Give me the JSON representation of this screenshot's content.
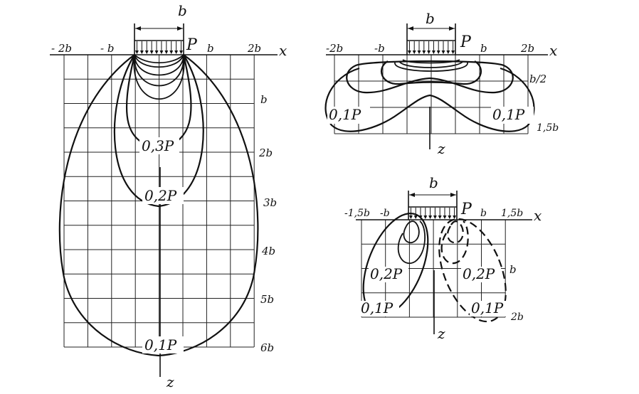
{
  "load_symbol": "P",
  "width_symbol": "b",
  "axis_x": "x",
  "axis_z": "z",
  "main": {
    "x_ticks": [
      "- 2b",
      "- b",
      "b",
      "2b"
    ],
    "z_ticks": [
      "b",
      "2b",
      "3b",
      "4b",
      "5b",
      "6b"
    ],
    "isobars": [
      "0,3P",
      "0,2P",
      "0,1P"
    ]
  },
  "horizontal": {
    "x_ticks": [
      "-2b",
      "-b",
      "b",
      "2b"
    ],
    "z_ticks": [
      "b/2",
      "1,5b"
    ],
    "isobar_left": "0,1P",
    "isobar_right": "0,1P"
  },
  "shear": {
    "x_ticks": [
      "-1,5b",
      "-b",
      "b",
      "1,5b"
    ],
    "z_ticks": [
      "b",
      "2b"
    ],
    "left_labels": [
      "0,2P",
      "0,1P"
    ],
    "right_labels": [
      "0,2P",
      "0,1P"
    ]
  }
}
